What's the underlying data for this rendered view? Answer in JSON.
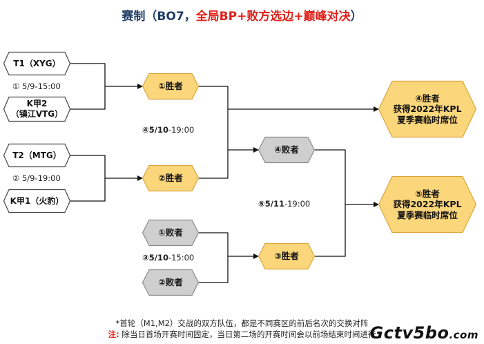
{
  "title": {
    "part1": "赛制（BO7，",
    "part2": "全局BP+败方选边+巅峰对决",
    "part3": "）"
  },
  "nodes": {
    "t1": "T1（XYG）",
    "k2_line1": "K甲2",
    "k2_line2": "（镇江VTG）",
    "t2": "T2（MTG）",
    "k1": "K甲1（火豹）",
    "w1": "①胜者",
    "w2": "②胜者",
    "l1": "①败者",
    "l2": "②败者",
    "l4": "④败者",
    "w3": "③胜者",
    "f4_line1": "④胜者",
    "f4_line2": "获得2022年KPL",
    "f4_line3": "夏季赛临时席位",
    "f5_line1": "⑤胜者",
    "f5_line2": "获得2022年KPL",
    "f5_line3": "夏季赛临时席位"
  },
  "matches": {
    "m1": "① 5/9-15:00",
    "m2": "② 5/9-19:00",
    "m3_num": "③5/10",
    "m3_time": "-15:00",
    "m4_num": "④5/10",
    "m4_time": "-19:00",
    "m5_num": "⑤5/11",
    "m5_time": "-19:00"
  },
  "footer": {
    "line1": "*首轮（M1,M2）交战的双方队伍，都是不同赛区的前后名次的交换对阵",
    "note_label": "注:",
    "line2": " 除当日首场开赛时间固定，当日第二场的开赛时间会以前场结束时间进行"
  },
  "watermark": {
    "main": "Gctv5bo",
    "sub": ".com"
  },
  "colors": {
    "title_blue": "#1f3d66",
    "title_red": "#e0201a",
    "winner_fill": "#fcd67a",
    "winner_stroke": "#d9a43a",
    "loser_fill": "#cfcfcf",
    "loser_stroke": "#8a8a8a",
    "team_stroke": "#444444"
  }
}
